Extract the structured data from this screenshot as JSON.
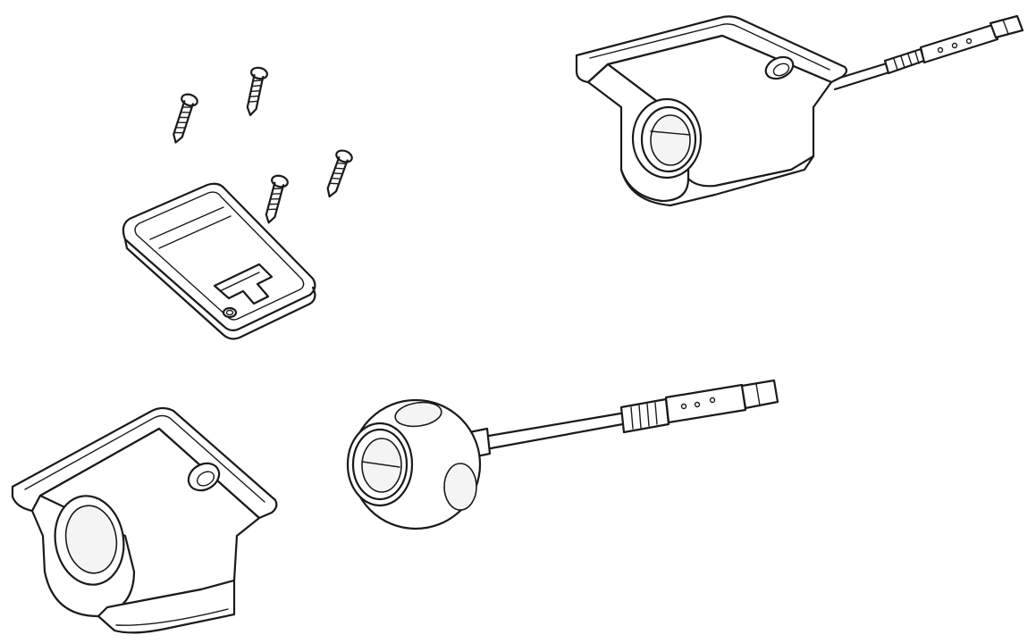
{
  "figure": {
    "type": "exploded-assembly-line-drawing",
    "background": "#ffffff",
    "line_color": "#1a1a1a",
    "parts": [
      {
        "name": "mounting-screw",
        "quantity": 4
      },
      {
        "name": "mounting-bracket-plate",
        "quantity": 1
      },
      {
        "name": "camera-housing-with-cable",
        "quantity": 1
      },
      {
        "name": "camera-housing-empty",
        "quantity": 1
      },
      {
        "name": "ball-camera-module-with-cable",
        "quantity": 1
      }
    ]
  }
}
